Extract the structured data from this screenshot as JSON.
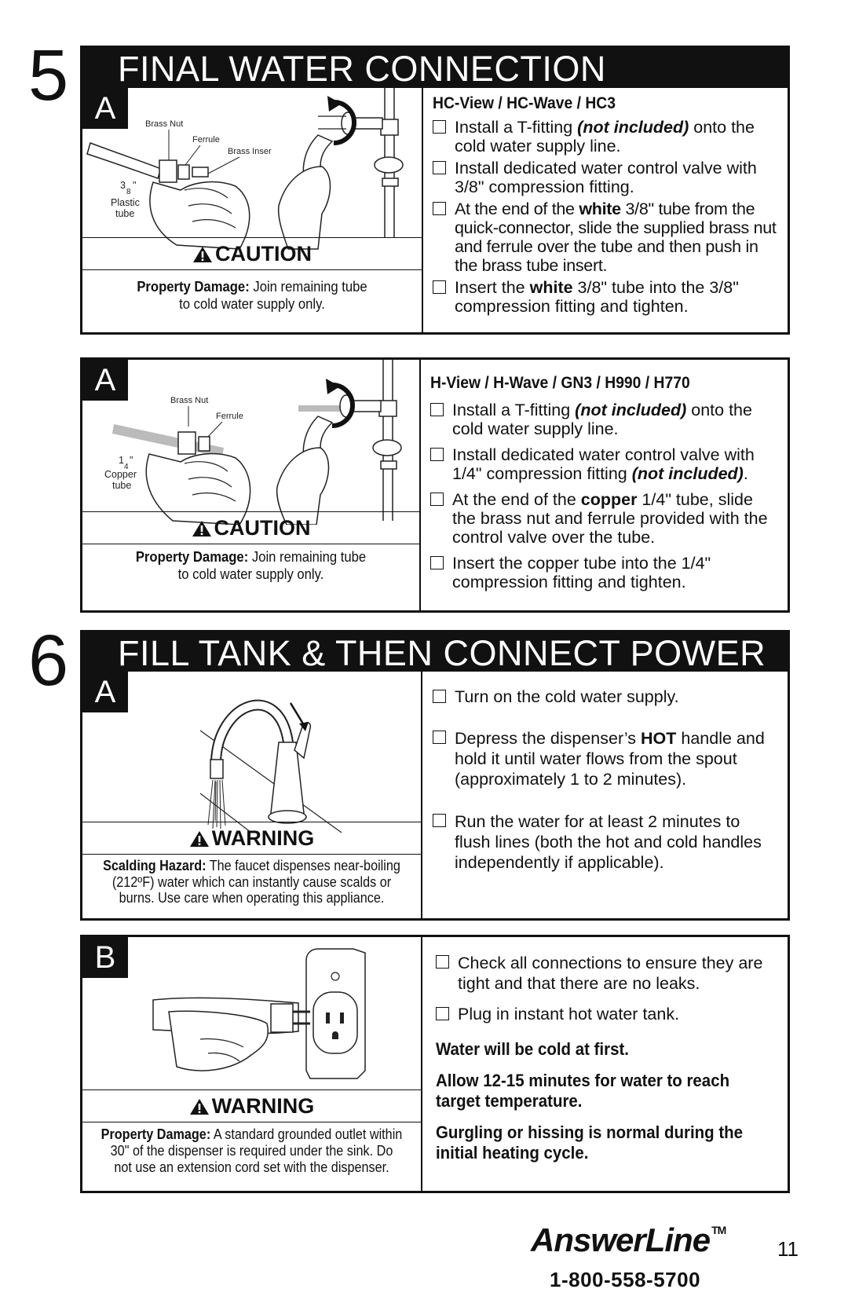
{
  "step5": {
    "number": "5",
    "title": "FINAL WATER CONNECTION",
    "panelA1": {
      "letter": "A",
      "labels": {
        "brass_nut": "Brass Nut",
        "ferrule": "Ferrule",
        "brass_insert": "Brass Inser",
        "size_num": "3",
        "size_den": "8",
        "tube1": "Plastic",
        "tube2": "tube"
      },
      "alert": "CAUTION",
      "note_bold": "Property Damage:",
      "note_rest": " Join remaining tube",
      "note_line2": "to cold water supply only.",
      "model": "HC-View / HC-Wave / HC3",
      "items": [
        {
          "pre": "Install a T-fitting ",
          "em": "(not included)",
          "post": " onto the cold water supply line."
        },
        {
          "pre": "Install dedicated water control valve with 3/8\" compression fitting.",
          "em": "",
          "post": ""
        },
        {
          "pre": "At the end of the ",
          "strong": "white",
          "post": " 3/8\" tube from the quick-connector, slide the supplied brass nut and ferrule over the tube and then push in the brass tube insert."
        },
        {
          "pre": "Insert the ",
          "strong": "white",
          "post": " 3/8\" tube into the 3/8\" compression fitting and tighten."
        }
      ]
    },
    "panelA2": {
      "letter": "A",
      "labels": {
        "brass_nut": "Brass Nut",
        "ferrule": "Ferrule",
        "size_num": "1",
        "size_den": "4",
        "tube1": "Copper",
        "tube2": "tube"
      },
      "alert": "CAUTION",
      "note_bold": "Property Damage:",
      "note_rest": " Join remaining tube",
      "note_line2": "to cold water supply only.",
      "model": "H-View / H-Wave / GN3 / H990 / H770",
      "items": [
        {
          "pre": "Install a T-fitting ",
          "em": "(not included)",
          "post": " onto the cold water supply line."
        },
        {
          "pre": "Install dedicated water control valve with 1/4\" compression fitting ",
          "em": "(not included)",
          "post": "."
        },
        {
          "pre": "At the end of the ",
          "strong": "copper",
          "post": " 1/4\" tube, slide the brass nut and ferrule provided with the control valve over the tube."
        },
        {
          "pre": "Insert the copper tube into the 1/4\" compression fitting and tighten.",
          "em": "",
          "post": ""
        }
      ]
    }
  },
  "step6": {
    "number": "6",
    "title": "FILL TANK & THEN CONNECT POWER",
    "panelA": {
      "letter": "A",
      "alert": "WARNING",
      "note_bold": "Scalding Hazard:",
      "note_rest": " The faucet dispenses near-boiling",
      "note_line2": "(212ºF) water which can instantly cause scalds or",
      "note_line3": "burns. Use care when operating this appliance.",
      "items": [
        {
          "pre": "Turn on the cold water supply."
        },
        {
          "pre": "Depress the dispenser’s ",
          "strong": "HOT",
          "post": " handle and hold it until water flows from the spout (approximately 1 to 2 minutes)."
        },
        {
          "pre": "Run the water for at least 2 minutes to flush lines (both the hot and cold handles independently if applicable)."
        }
      ]
    },
    "panelB": {
      "letter": "B",
      "alert": "WARNING",
      "note_bold": "Property Damage:",
      "note_rest": "  A standard grounded outlet within",
      "note_line2": "30\" of the dispenser is required under the sink. Do",
      "note_line3": "not use an extension cord set with the dispenser.",
      "items": [
        {
          "pre": "Check all connections to ensure they are tight and that there are no leaks."
        },
        {
          "pre": "Plug in instant hot water tank."
        }
      ],
      "bold_notes": [
        "Water will be cold at first.",
        "Allow 12-15 minutes for water to reach target temperature.",
        "Gurgling or hissing is normal during the initial heating cycle."
      ]
    }
  },
  "footer": {
    "brand": "AnswerLine",
    "tm": "TM",
    "phone": "1-800-558-5700",
    "page_number": "11"
  }
}
